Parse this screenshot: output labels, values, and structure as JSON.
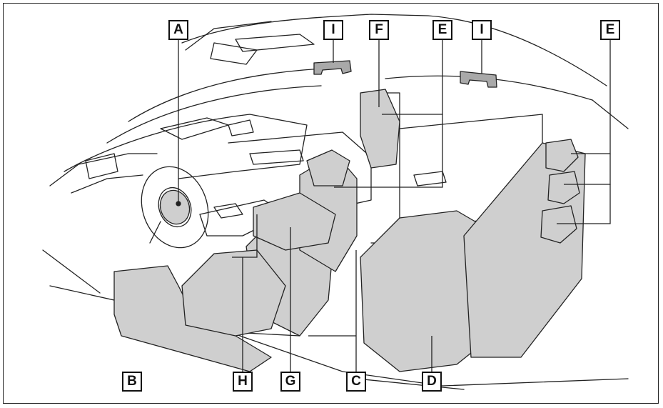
{
  "labels": {
    "A": "A",
    "B": "B",
    "C": "C",
    "D": "D",
    "E": "E",
    "F": "F",
    "G": "G",
    "H": "H",
    "I": "I"
  },
  "colors": {
    "line": "#222222",
    "shade": "#cfcfcf",
    "shade_dark": "#a9a9a9",
    "background": "#ffffff"
  }
}
